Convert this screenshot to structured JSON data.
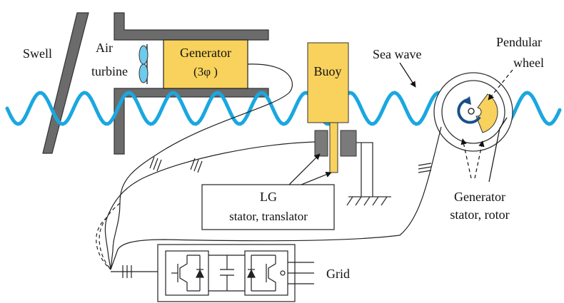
{
  "labels": {
    "swell": "Swell",
    "air": "Air",
    "turbine": "turbine",
    "generator": "Generator",
    "phase": "(3φ )",
    "buoy": "Buoy",
    "sea_wave": "Sea wave",
    "pendular": "Pendular",
    "wheel": "wheel",
    "lg": "LG",
    "stator_translator": "stator, translator",
    "gen2": "Generator",
    "stator_rotor": "stator, rotor",
    "grid": "Grid"
  },
  "colors": {
    "wave": "#1aa7e0",
    "generator_fill": "#f8d25c",
    "buoy_fill": "#f8d25c",
    "structure": "#555555",
    "wheel_arrow": "#1a4f8a"
  },
  "icons": {
    "turbine": "fan-icon",
    "igbt": "igbt-switch-icon",
    "capacitor": "capacitor-icon"
  }
}
